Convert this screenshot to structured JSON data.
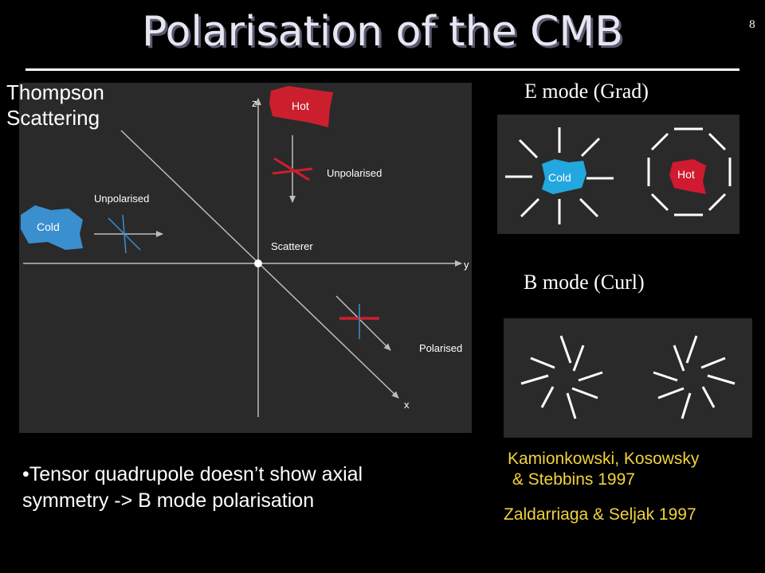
{
  "slide": {
    "title": "Polarisation of the CMB",
    "page_number": "8"
  },
  "scattering_diagram": {
    "label_line1": "Thompson",
    "label_line2": "Scattering",
    "axis_z": "z",
    "axis_y": "y",
    "axis_x": "x",
    "hot_label": "Hot",
    "cold_label": "Cold",
    "unpolarised_right": "Unpolarised",
    "unpolarised_left": "Unpolarised",
    "scatterer": "Scatterer",
    "polarised": "Polarised"
  },
  "e_mode": {
    "heading": "E mode (Grad)",
    "cold_label": "Cold",
    "hot_label": "Hot"
  },
  "b_mode": {
    "heading": "B mode (Curl)"
  },
  "bullet": {
    "line1": "•Tensor quadrupole  doesn’t show axial",
    "line2": "symmetry  -> B mode polarisation"
  },
  "references": {
    "ref1_line1": "Kamionkowski, Kosowsky",
    "ref1_line2": " & Stebbins 1997",
    "ref2": "Zaldarriaga & Seljak 1997"
  },
  "colors": {
    "hot": "#cc1f2e",
    "cold": "#3a8fcf",
    "reference_text": "#f0d23c"
  }
}
